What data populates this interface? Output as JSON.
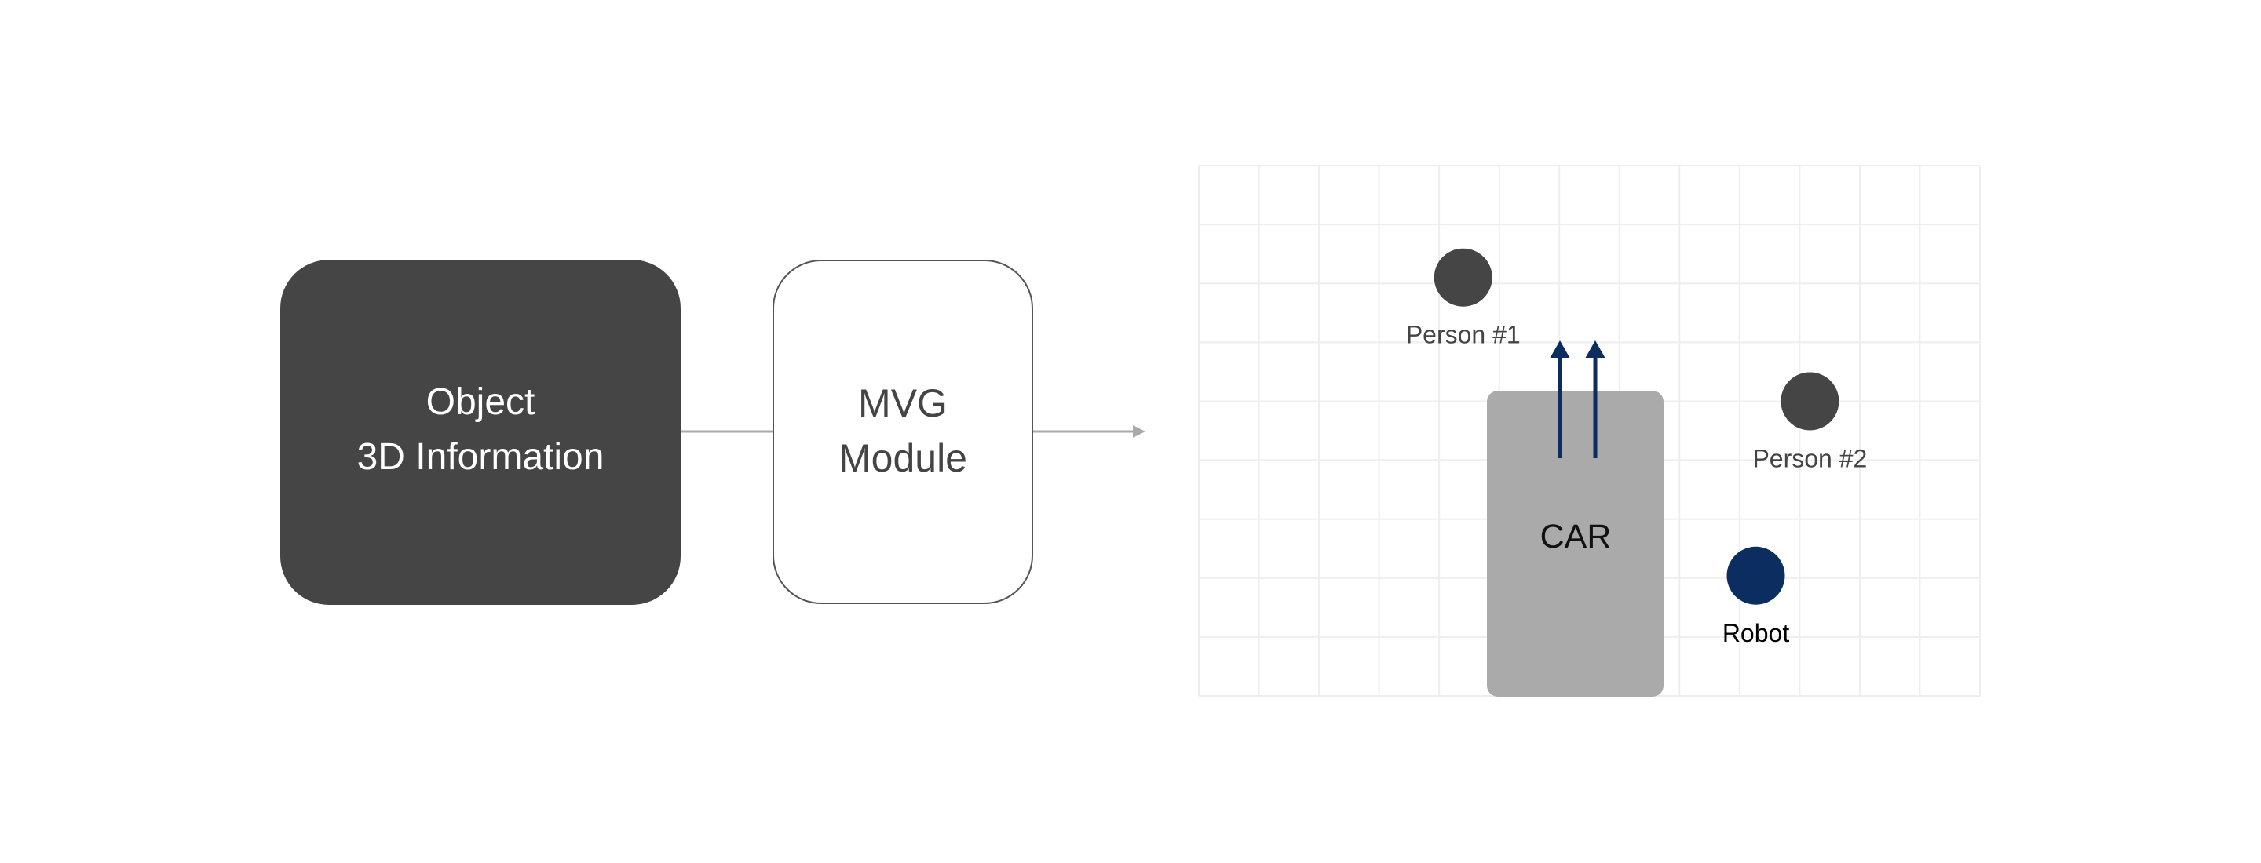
{
  "diagram": {
    "input_block": {
      "lines": [
        "Object",
        "3D Information"
      ],
      "fill": "#454545",
      "text_color": "#ffffff"
    },
    "module_block": {
      "lines": [
        "MVG",
        "Module"
      ],
      "border": "#555555",
      "text_color": "#444444"
    },
    "connector_color": "#aaaaaa",
    "scene": {
      "grid": {
        "columns": 13,
        "rows": 9,
        "line_color": "#eeeeee"
      },
      "objects": [
        {
          "id": "person1",
          "label": "Person #1",
          "kind": "person",
          "color": "#454545",
          "label_color": "#444444",
          "cell": [
            4.4,
            1.9
          ]
        },
        {
          "id": "person2",
          "label": "Person #2",
          "kind": "person",
          "color": "#454545",
          "label_color": "#444444",
          "cell": [
            10.17,
            4.0
          ]
        },
        {
          "id": "robot",
          "label": "Robot",
          "kind": "robot",
          "color": "#0b2d5f",
          "label_color": "#000000",
          "cell": [
            9.27,
            6.96
          ]
        }
      ],
      "car": {
        "label": "CAR",
        "fill": "#aaaaaa",
        "text_color": "#111111",
        "motion_arrows": 2,
        "arrow_color": "#0b2d5f",
        "direction": "up"
      }
    }
  }
}
